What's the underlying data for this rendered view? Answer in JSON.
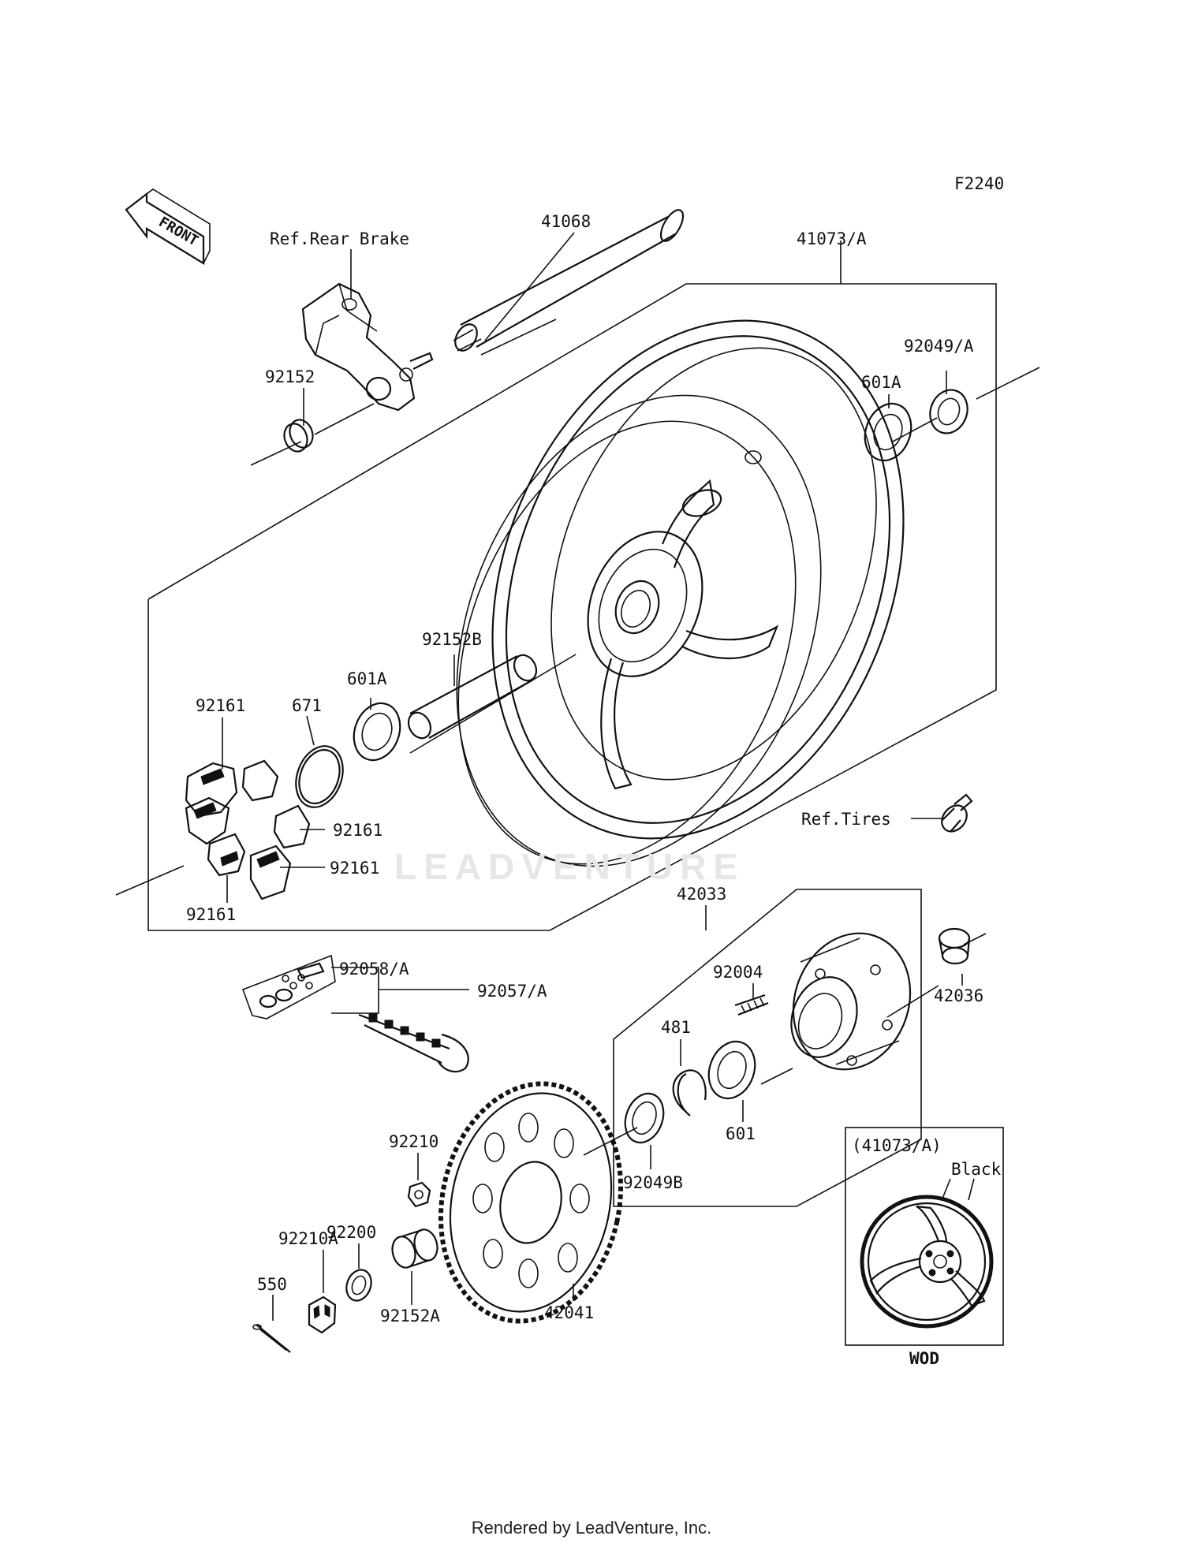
{
  "figure_code": "F2240",
  "front_label": "FRONT",
  "watermark": "LEADVENTURE",
  "footer": "Rendered by LeadVenture, Inc.",
  "inset": {
    "title": "(41073/A)",
    "color_label": "Black",
    "code": "WOD"
  },
  "labels": {
    "ref_rear_brake": "Ref.Rear Brake",
    "ref_tires": "Ref.Tires",
    "p41068": "41068",
    "p41073a": "41073/A",
    "p92049a": "92049/A",
    "p601a_top": "601A",
    "p92152": "92152",
    "p92152b": "92152B",
    "p601a_mid": "601A",
    "p671": "671",
    "p92161_a": "92161",
    "p92161_b": "92161",
    "p92161_c": "92161",
    "p92161_d": "92161",
    "p42033": "42033",
    "p92004": "92004",
    "p42036": "42036",
    "p481": "481",
    "p601": "601",
    "p92049b": "92049B",
    "p92058a": "92058/A",
    "p92057a": "92057/A",
    "p92210": "92210",
    "p92200": "92200",
    "p92210a": "92210A",
    "p550": "550",
    "p92152a": "92152A",
    "p42041": "42041"
  }
}
